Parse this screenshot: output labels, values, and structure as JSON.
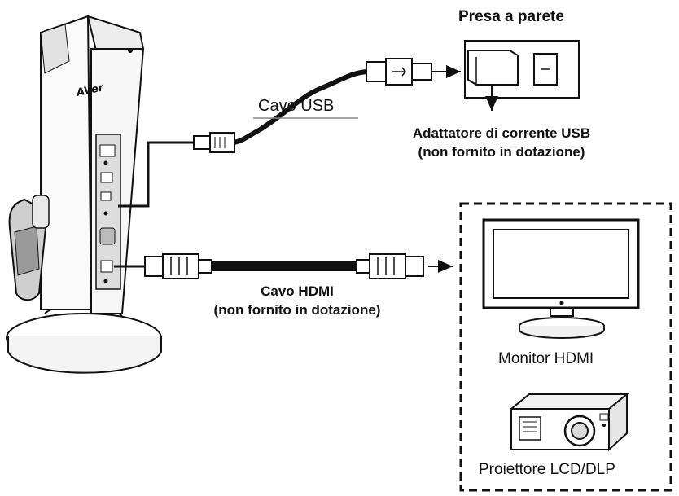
{
  "labels": {
    "wall_socket": "Presa a parete",
    "usb_cable": "Cavo USB",
    "usb_adapter_line1": "Adattatore di corrente USB",
    "usb_adapter_line2": "(non fornito in dotazione)",
    "hdmi_cable_line1": "Cavo HDMI",
    "hdmi_cable_line2": "(non fornito in dotazione)",
    "hdmi_monitor": "Monitor HDMI",
    "projector": "Proiettore LCD/DLP"
  },
  "device": {
    "brand_logo": "AVer"
  },
  "icons": {
    "camera": "document-camera-icon",
    "wall_socket": "wall-socket-icon",
    "usb_adapter": "usb-adapter-icon",
    "monitor": "monitor-icon",
    "projector": "projector-icon"
  }
}
